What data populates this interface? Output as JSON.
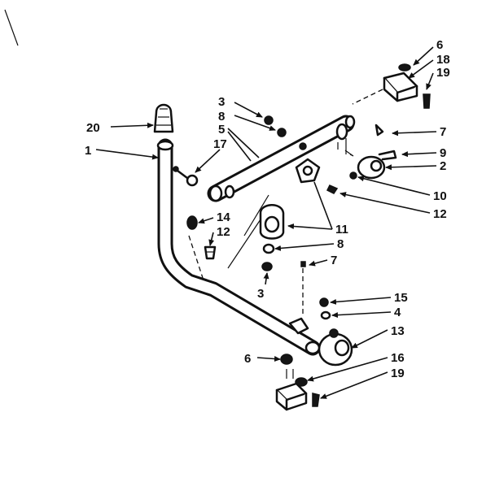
{
  "callouts": [
    {
      "id": "c20a",
      "text": "20"
    },
    {
      "id": "c1",
      "text": "1"
    },
    {
      "id": "c3a",
      "text": "3"
    },
    {
      "id": "c8a",
      "text": "8"
    },
    {
      "id": "c5",
      "text": "5"
    },
    {
      "id": "c17",
      "text": "17"
    },
    {
      "id": "c6a",
      "text": "6"
    },
    {
      "id": "c18",
      "text": "18"
    },
    {
      "id": "c19a",
      "text": "19"
    },
    {
      "id": "c7a",
      "text": "7"
    },
    {
      "id": "c9",
      "text": "9"
    },
    {
      "id": "c2",
      "text": "2"
    },
    {
      "id": "c10",
      "text": "10"
    },
    {
      "id": "c12a",
      "text": "12"
    },
    {
      "id": "c14",
      "text": "14"
    },
    {
      "id": "c12b",
      "text": "12"
    },
    {
      "id": "c11",
      "text": "11"
    },
    {
      "id": "c8b",
      "text": "8"
    },
    {
      "id": "c7b",
      "text": "7"
    },
    {
      "id": "c3b",
      "text": "3"
    },
    {
      "id": "c15",
      "text": "15"
    },
    {
      "id": "c4",
      "text": "4"
    },
    {
      "id": "c13",
      "text": "13"
    },
    {
      "id": "c6b",
      "text": "6"
    },
    {
      "id": "c16",
      "text": "16"
    },
    {
      "id": "c19b",
      "text": "19"
    }
  ]
}
